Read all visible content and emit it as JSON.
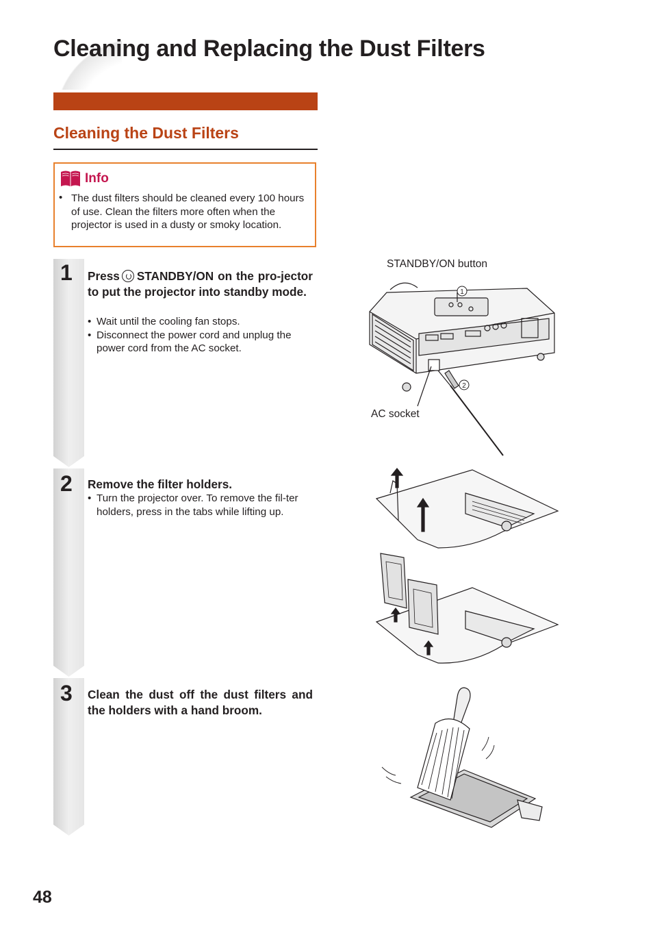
{
  "page": {
    "title": "Cleaning and Replacing the Dust Filters",
    "section_heading": "Cleaning the Dust Filters",
    "page_number": "48"
  },
  "info": {
    "label": "Info",
    "bullet": "The dust filters should be cleaned every 100 hours of use. Clean the filters more often when the projector is used in a dusty or smoky location."
  },
  "steps": [
    {
      "number": "1",
      "heading_prefix": "Press",
      "heading_main": "STANDBY/ON on the pro-jector to put the projector into standby mode.",
      "bullets": [
        "Wait until the cooling fan stops.",
        "Disconnect the power cord and unplug the power cord from the AC socket."
      ]
    },
    {
      "number": "2",
      "heading": "Remove the filter holders.",
      "bullets": [
        "Turn the projector over. To remove the fil-ter holders, press in the tabs while lifting up."
      ]
    },
    {
      "number": "3",
      "heading": "Clean the dust off the dust filters and the holders with a hand broom."
    }
  ],
  "figure_labels": {
    "standby_button": "STANDBY/ON button",
    "ac_socket": "AC socket",
    "marker_1": "1",
    "marker_2": "2"
  },
  "colors": {
    "accent_orange": "#b94315",
    "info_border": "#e8802c",
    "info_label": "#c4164f",
    "step_bar": "#e7e7e7"
  }
}
